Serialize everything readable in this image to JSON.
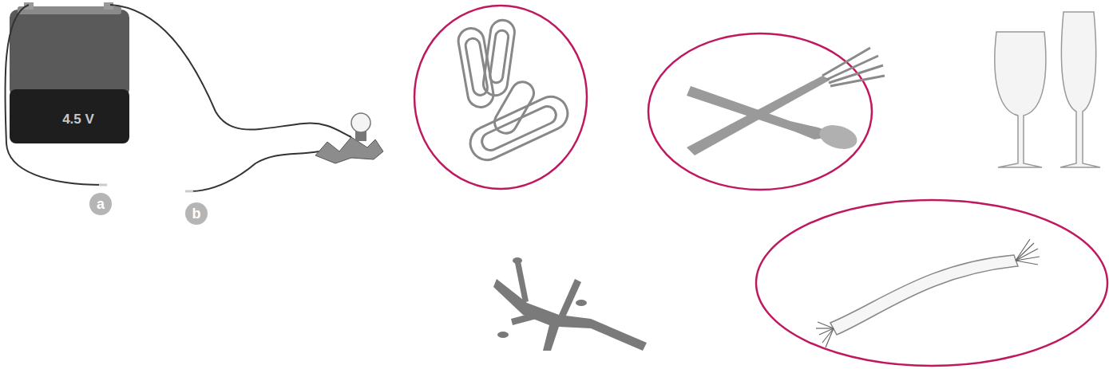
{
  "diagram": {
    "nodes": [
      {
        "text": [
          "a"
        ]
      },
      {
        "text": [
          "b"
        ]
      }
    ],
    "labels": [
      "4.5 V"
    ]
  }
}
